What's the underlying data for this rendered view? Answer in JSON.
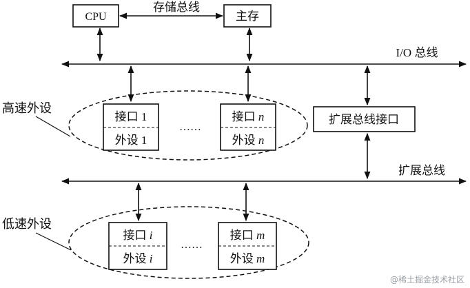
{
  "nodes": {
    "cpu": "CPU",
    "main_memory": "主存",
    "storage_bus": "存储总线",
    "io_bus": "I/O 总线",
    "expansion_interface": "扩展总线接口",
    "expansion_bus": "扩展总线"
  },
  "groups": {
    "high_speed": "高速外设",
    "low_speed": "低速外设"
  },
  "high_speed_devices": [
    {
      "interface_text": "接口 ",
      "interface_var": "1",
      "device_text": "外设 ",
      "device_var": "1"
    },
    {
      "interface_text": "接口 ",
      "interface_var": "n",
      "device_text": "外设 ",
      "device_var": "n"
    }
  ],
  "low_speed_devices": [
    {
      "interface_text": "接口 ",
      "interface_var": "i",
      "device_text": "外设 ",
      "device_var": "i"
    },
    {
      "interface_text": "接口 ",
      "interface_var": "m",
      "device_text": "外设 ",
      "device_var": "m"
    }
  ],
  "ellipsis": "……",
  "watermark": "@稀土掘金技术社区"
}
